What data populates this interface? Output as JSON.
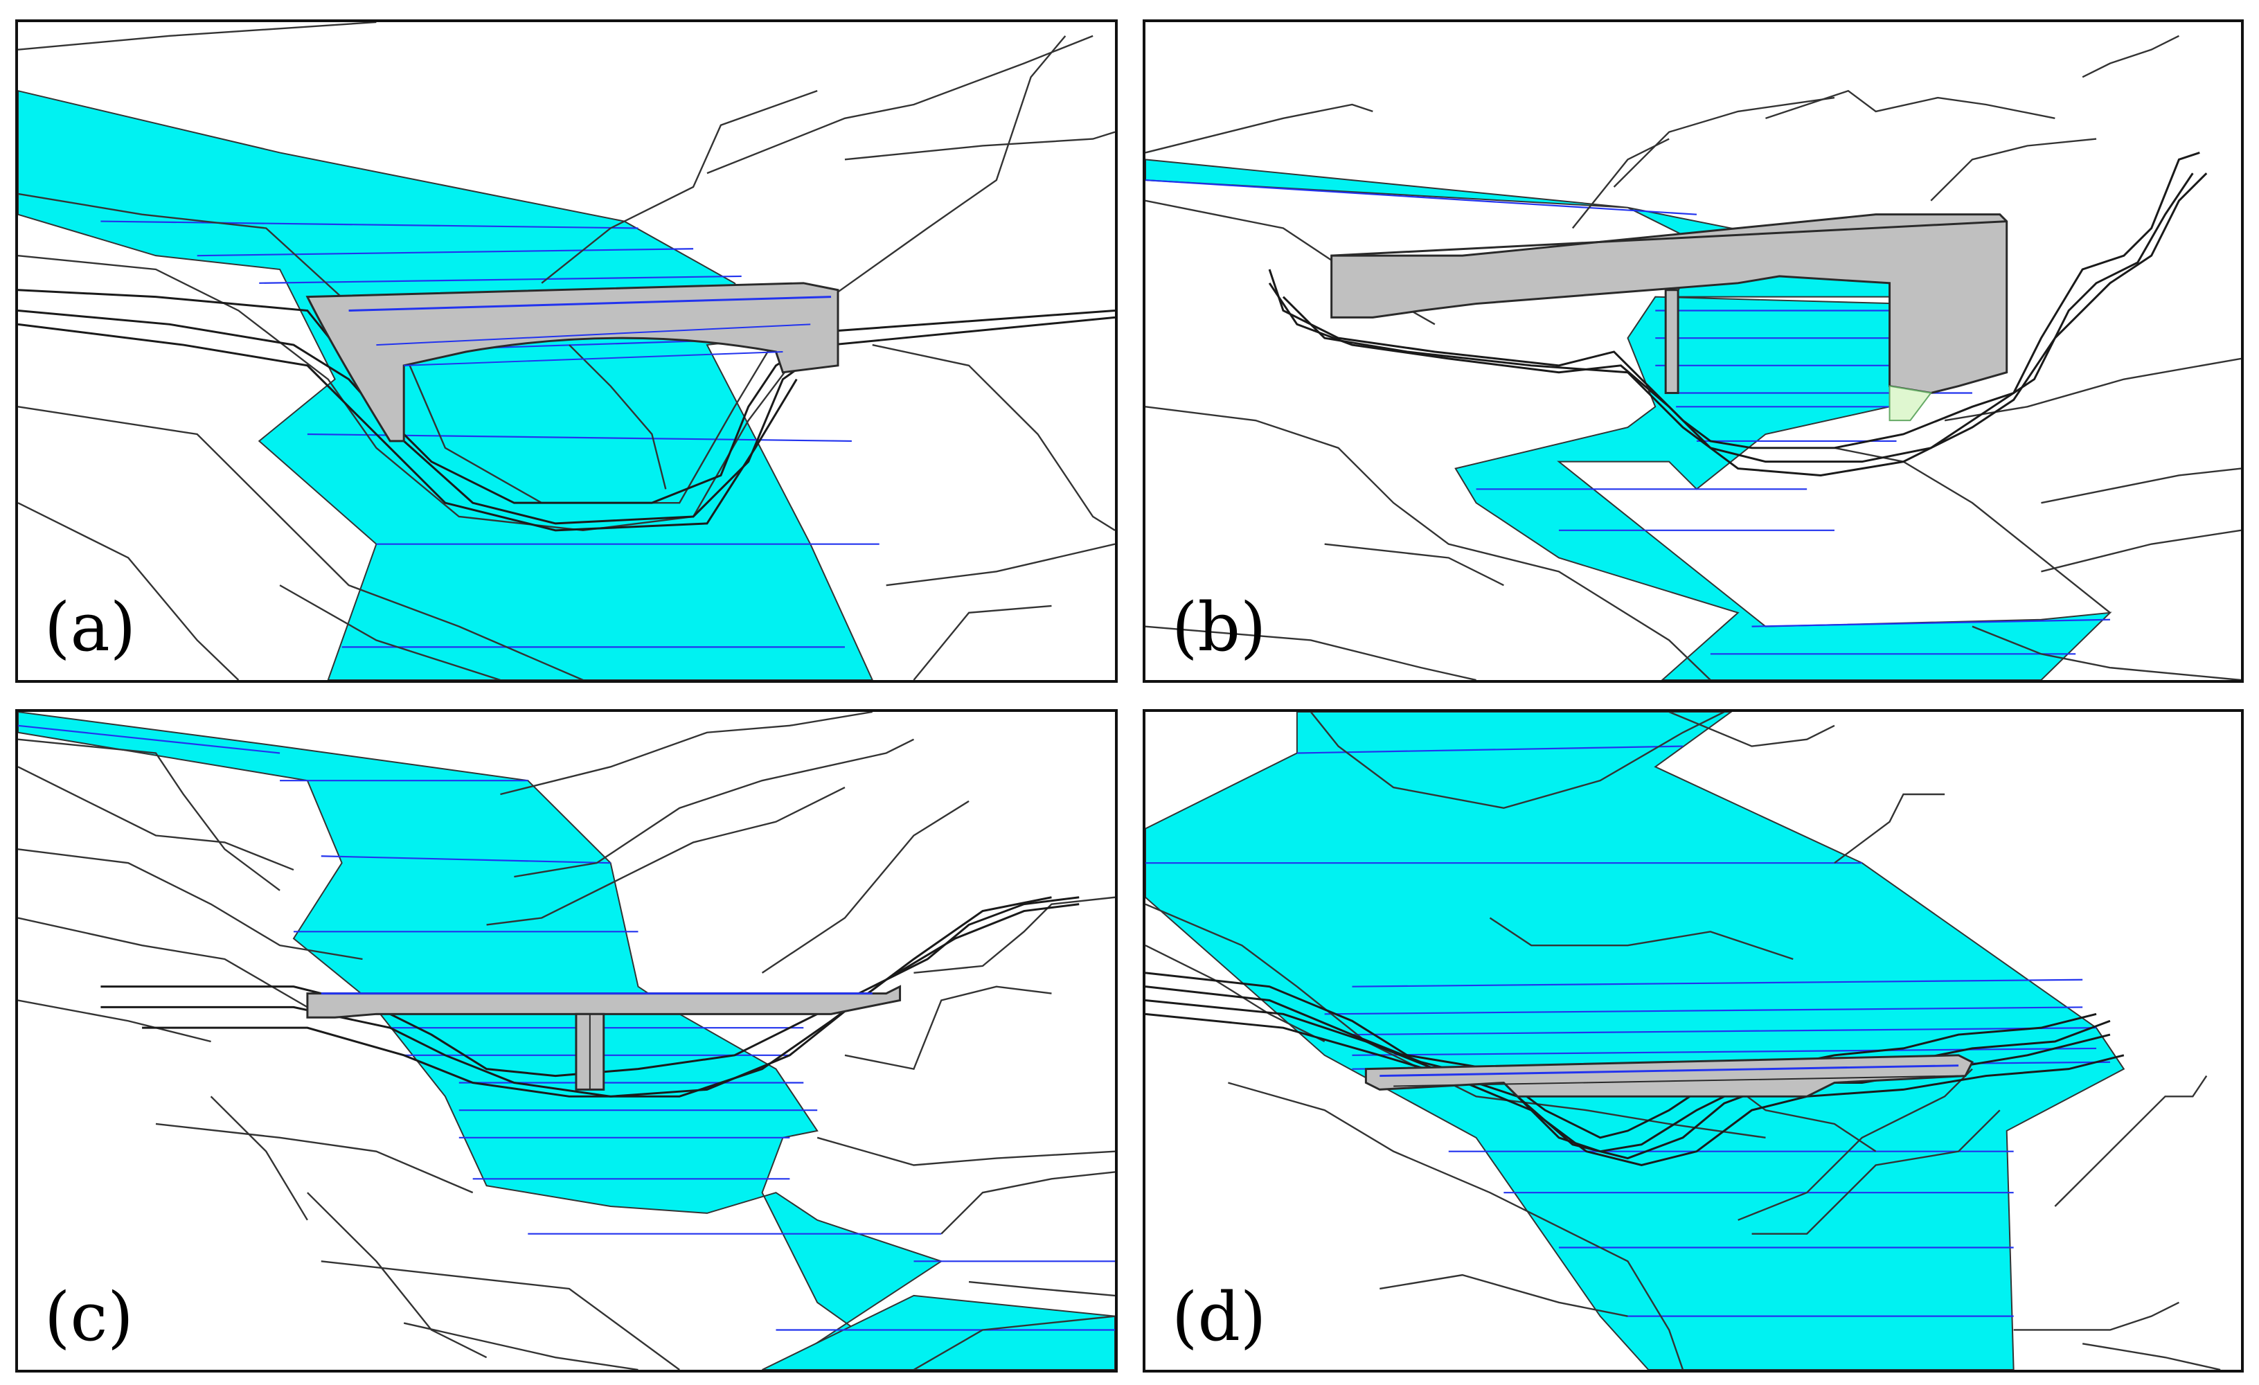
{
  "panels": [
    {
      "id": "a",
      "label": "(a)"
    },
    {
      "id": "b",
      "label": "(b)"
    },
    {
      "id": "c",
      "label": "(c)"
    },
    {
      "id": "d",
      "label": "(d)"
    }
  ],
  "colors": {
    "water": "#00f2f2",
    "water_level_lines": "#2233ee",
    "terrain_contours": "#333333",
    "bridge": "#c0c0c0",
    "frame": "#111111"
  }
}
